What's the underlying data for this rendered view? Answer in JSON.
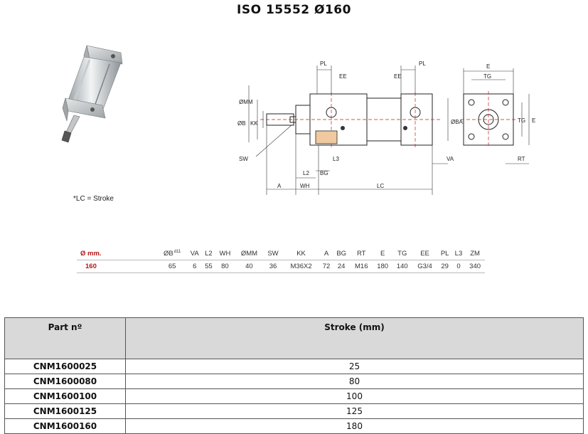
{
  "title": "ISO 15552 Ø160",
  "note": "*LC = Stroke",
  "drawing": {
    "labels": {
      "pl1": "PL",
      "ee1": "EE",
      "ee2": "EE",
      "pl2": "PL",
      "mm": "ØMM",
      "b": "ØB",
      "kk": "KK",
      "ba": "ØBA",
      "sw": "SW",
      "l3": "L3",
      "l2": "L2",
      "bg": "BG",
      "va": "VA",
      "a": "A",
      "wh": "WH",
      "lc": "LC",
      "e_top": "E",
      "tg_top": "TG",
      "tg_side": "TG",
      "e_side": "E",
      "rt": "RT"
    }
  },
  "dimensions": {
    "header_first": "Ø mm.",
    "b_superscript": "d11",
    "columns": [
      "ØB",
      "VA",
      "L2",
      "WH",
      "ØMM",
      "SW",
      "KK",
      "A",
      "BG",
      "RT",
      "E",
      "TG",
      "EE",
      "PL",
      "L3",
      "ZM"
    ],
    "row_label": "160",
    "values": [
      "65",
      "6",
      "55",
      "80",
      "40",
      "36",
      "M36X2",
      "72",
      "24",
      "M16",
      "180",
      "140",
      "G3/4",
      "29",
      "0",
      "340"
    ]
  },
  "parts": {
    "header_part": "Part nº",
    "header_stroke": "Stroke (mm)",
    "rows": [
      {
        "part": "CNM1600025",
        "stroke": "25"
      },
      {
        "part": "CNM1600080",
        "stroke": "80"
      },
      {
        "part": "CNM1600100",
        "stroke": "100"
      },
      {
        "part": "CNM1600125",
        "stroke": "125"
      },
      {
        "part": "CNM1600160",
        "stroke": "180"
      }
    ]
  }
}
